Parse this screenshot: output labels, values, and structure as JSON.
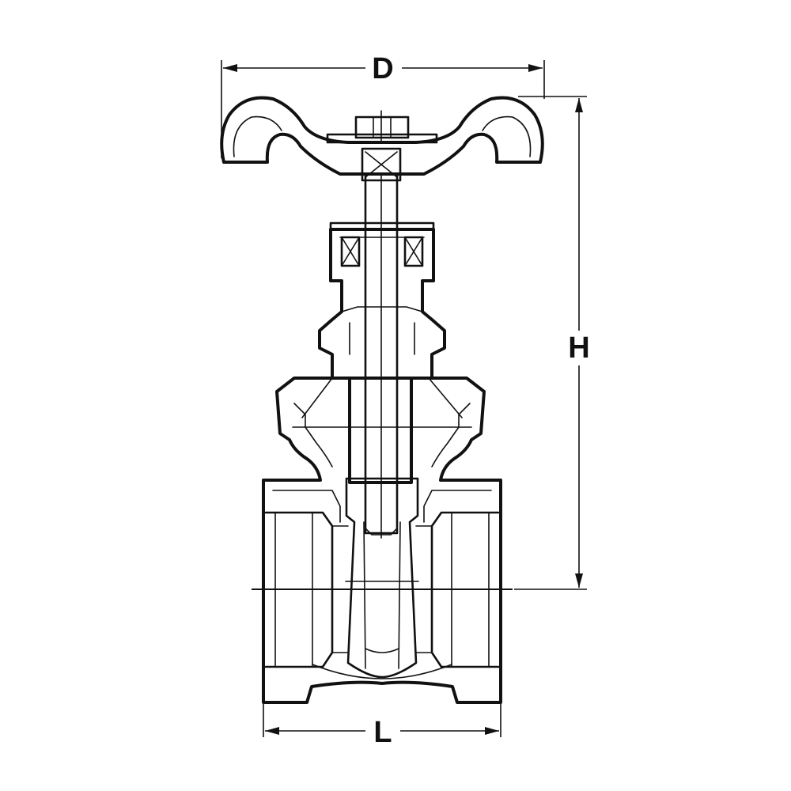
{
  "drawing": {
    "subject": "gate valve",
    "dimensions": {
      "width_label": "D",
      "height_label": "H",
      "length_label": "L"
    },
    "colors": {
      "line": "#111111",
      "background": "#ffffff"
    }
  }
}
